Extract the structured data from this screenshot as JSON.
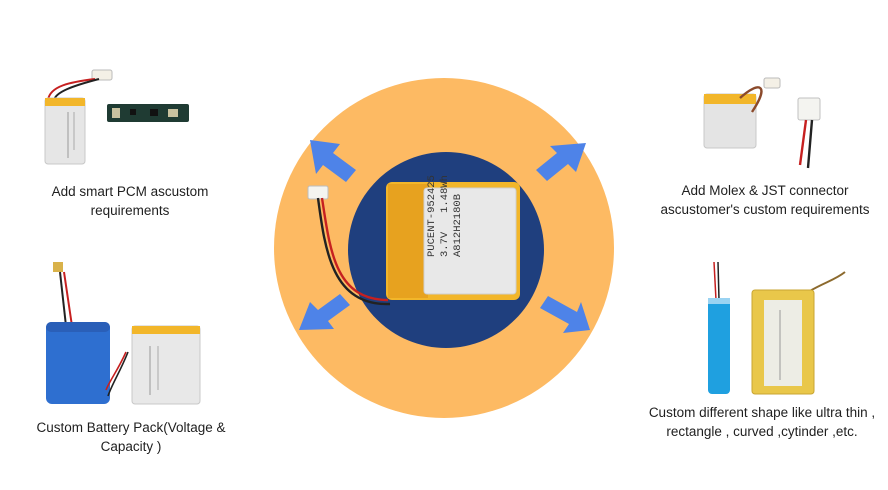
{
  "colors": {
    "outer_circle": "#FDBA63",
    "inner_circle": "#1F3F7E",
    "arrow": "#4E83E8",
    "battery_gold": "#F2B62A",
    "battery_silver": "#E3E3E3",
    "cylinder_blue": "#2E6FD0",
    "pcb_green": "#1F3B33"
  },
  "center_battery": {
    "line1": "PUCENT-952425",
    "line2": "3.7V   1.48Wh",
    "line3": "A812H2180B"
  },
  "features": [
    {
      "lines": [
        "Add  smart PCM ascustom",
        "requirements"
      ]
    },
    {
      "lines": [
        "Add Molex & JST connector",
        "ascustomer's custom requirements"
      ]
    },
    {
      "lines": [
        "Custom Battery Pack(Voltage &",
        "Capacity )"
      ]
    },
    {
      "lines": [
        "Custom different shape like ultra thin ,",
        "rectangle , curved ,cytinder ,etc."
      ]
    }
  ]
}
